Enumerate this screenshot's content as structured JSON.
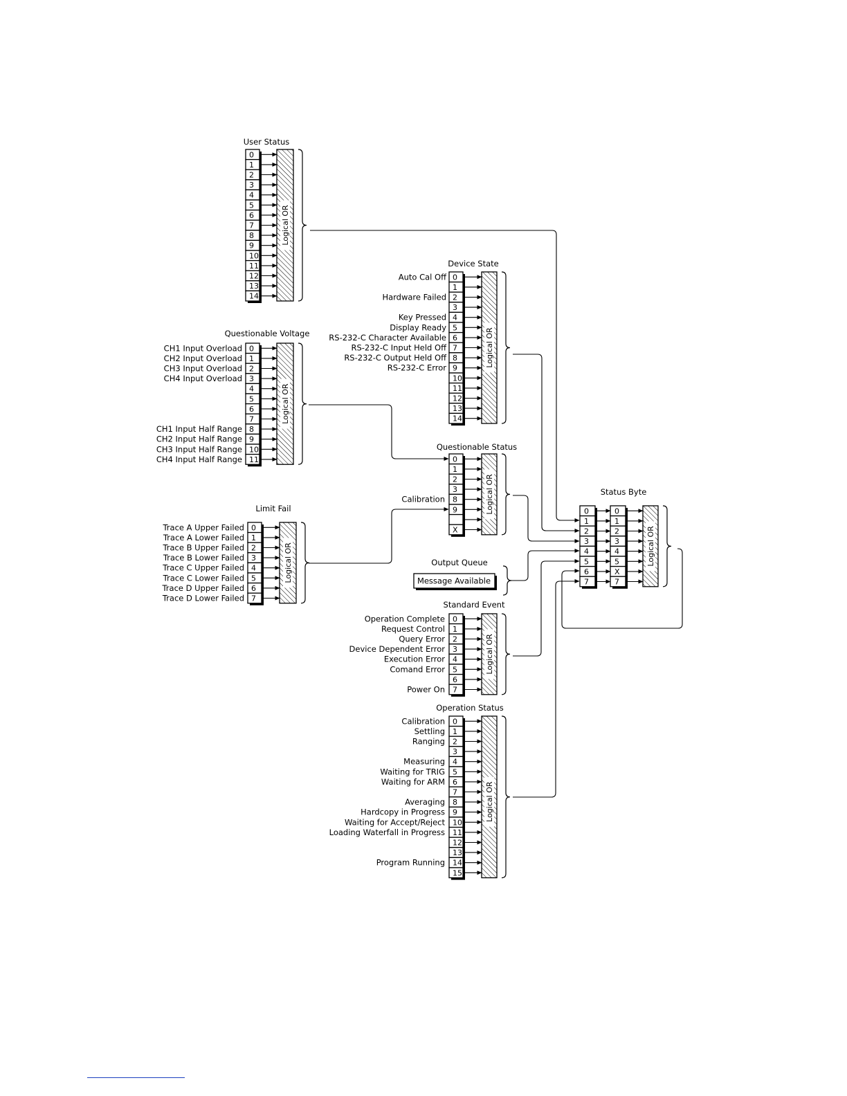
{
  "colors": {
    "ink": "#000000",
    "paper": "#ffffff",
    "footer_rule": "#1a3fbf"
  },
  "or_label": "Logical OR",
  "registers": [
    {
      "id": "user_status",
      "title": "User Status",
      "bits": [
        "0",
        "1",
        "2",
        "3",
        "4",
        "5",
        "6",
        "7",
        "8",
        "9",
        "10",
        "11",
        "12",
        "13",
        "14"
      ],
      "labels": [
        "",
        "",
        "",
        "",
        "",
        "",
        "",
        "",
        "",
        "",
        "",
        "",
        "",
        "",
        ""
      ]
    },
    {
      "id": "questionable_voltage",
      "title": "Questionable Voltage",
      "bits": [
        "0",
        "1",
        "2",
        "3",
        "4",
        "5",
        "6",
        "7",
        "8",
        "9",
        "10",
        "11"
      ],
      "labels": [
        "CH1 Input Overload",
        "CH2 Input Overload",
        "CH3 Input Overload",
        "CH4 Input Overload",
        "",
        "",
        "",
        "",
        "CH1 Input Half Range",
        "CH2 Input Half Range",
        "CH3 Input Half Range",
        "CH4 Input Half Range"
      ]
    },
    {
      "id": "limit_fail",
      "title": "Limit Fail",
      "bits": [
        "0",
        "1",
        "2",
        "3",
        "4",
        "5",
        "6",
        "7"
      ],
      "labels": [
        "Trace A Upper Failed",
        "Trace A Lower Failed",
        "Trace B Upper Failed",
        "Trace B Lower Failed",
        "Trace C Upper Failed",
        "Trace C Lower Failed",
        "Trace D Upper Failed",
        "Trace D Lower Failed"
      ]
    },
    {
      "id": "device_state",
      "title": "Device State",
      "bits": [
        "0",
        "1",
        "2",
        "3",
        "4",
        "5",
        "6",
        "7",
        "8",
        "9",
        "10",
        "11",
        "12",
        "13",
        "14"
      ],
      "labels": [
        "Auto Cal Off",
        "",
        "Hardware Failed",
        "",
        "Key Pressed",
        "Display Ready",
        "RS-232-C Character Available",
        "RS-232-C Input Held Off",
        "RS-232-C Output Held Off",
        "RS-232-C Error",
        "",
        "",
        "",
        "",
        ""
      ]
    },
    {
      "id": "questionable_status",
      "title": "Questionable Status",
      "bits": [
        "0",
        "1",
        "2",
        "3",
        "8",
        "9",
        "",
        "X"
      ],
      "labels": [
        "",
        "",
        "",
        "",
        "Calibration",
        "",
        "",
        ""
      ]
    },
    {
      "id": "standard_event",
      "title": "Standard Event",
      "bits": [
        "0",
        "1",
        "2",
        "3",
        "4",
        "5",
        "6",
        "7"
      ],
      "labels": [
        "Operation Complete",
        "Request Control",
        "Query Error",
        "Device Dependent Error",
        "Execution Error",
        "Comand Error",
        "",
        "Power On"
      ]
    },
    {
      "id": "operation_status",
      "title": "Operation Status",
      "bits": [
        "0",
        "1",
        "2",
        "3",
        "4",
        "5",
        "6",
        "7",
        "8",
        "9",
        "10",
        "11",
        "12",
        "13",
        "14",
        "15"
      ],
      "labels": [
        "Calibration",
        "Settling",
        "Ranging",
        "",
        "Measuring",
        "Waiting for TRIG",
        "Waiting for ARM",
        "",
        "Averaging",
        "Hardcopy in Progress",
        "Waiting for Accept/Reject",
        "Loading Waterfall in Progress",
        "",
        "",
        "Program Running",
        ""
      ]
    }
  ],
  "output_queue": {
    "title": "Output Queue",
    "message": "Message Available"
  },
  "status_byte": {
    "title": "Status Byte",
    "bits_left": [
      "0",
      "1",
      "2",
      "3",
      "4",
      "5",
      "6",
      "7"
    ],
    "bits_right": [
      "0",
      "1",
      "2",
      "3",
      "4",
      "5",
      "X",
      "7"
    ]
  }
}
